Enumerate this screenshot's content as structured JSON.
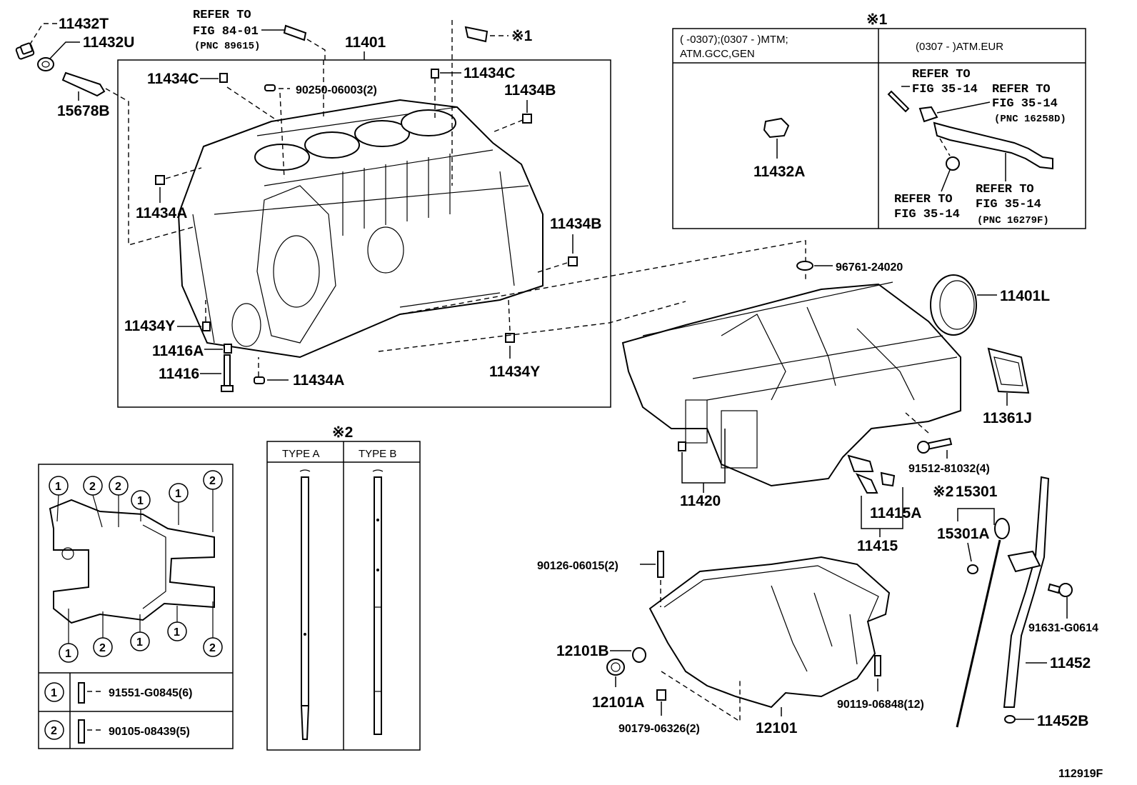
{
  "diagram_id": "112919F",
  "labels": {
    "p11432T": "11432T",
    "p11432U": "11432U",
    "p15678B": "15678B",
    "p11401": "11401",
    "p11434C_a": "11434C",
    "p11434C_b": "11434C",
    "p11434B_a": "11434B",
    "p11434B_b": "11434B",
    "p11434A_a": "11434A",
    "p11434A_b": "11434A",
    "p11434Y_a": "11434Y",
    "p11434Y_b": "11434Y",
    "p11416A": "11416A",
    "p11416": "11416",
    "p90250": "90250-06003(2)",
    "note1_mark": "※1",
    "p96761": "96761-24020",
    "p11401L": "11401L",
    "p11361J": "11361J",
    "p91512": "91512-81032(4)",
    "p11420": "11420",
    "p11415A": "11415A",
    "p11415": "11415",
    "p15301": "15301",
    "note2_mark": "※2",
    "p15301A": "15301A",
    "p91631": "91631-G0614",
    "p11452": "11452",
    "p11452B": "11452B",
    "p90126": "90126-06015(2)",
    "p12101B": "12101B",
    "p12101A": "12101A",
    "p90179": "90179-06326(2)",
    "p12101": "12101",
    "p90119": "90119-06848(12)",
    "p11432A": "11432A"
  },
  "refer_top": {
    "l1": "REFER TO",
    "l2": "FIG 84-01",
    "l3": "(PNC 89615)"
  },
  "box1": {
    "title": "※1",
    "left_header_l1": "(      -0307);(0307 -        )MTM;",
    "left_header_l2": "ATM.GCC,GEN",
    "right_header": "(0307 -        )ATM.EUR",
    "ref_a": {
      "l1": "REFER TO",
      "l2": "FIG 35-14"
    },
    "ref_b": {
      "l1": "REFER TO",
      "l2": "FIG 35-14",
      "l3": "(PNC 16258D)"
    },
    "ref_c": {
      "l1": "REFER TO",
      "l2": "FIG 35-14"
    },
    "ref_d": {
      "l1": "REFER TO",
      "l2": "FIG 35-14",
      "l3": "(PNC 16279F)"
    }
  },
  "box2": {
    "title": "※2",
    "type_a": "TYPE A",
    "type_b": "TYPE B"
  },
  "bolt_legend": {
    "row1_num": "1",
    "row1_part": "91551-G0845(6)",
    "row2_num": "2",
    "row2_part": "90105-08439(5)",
    "map_numbers": [
      "1",
      "2",
      "2",
      "1",
      "1",
      "2",
      "1",
      "2",
      "1",
      "1",
      "2"
    ]
  }
}
